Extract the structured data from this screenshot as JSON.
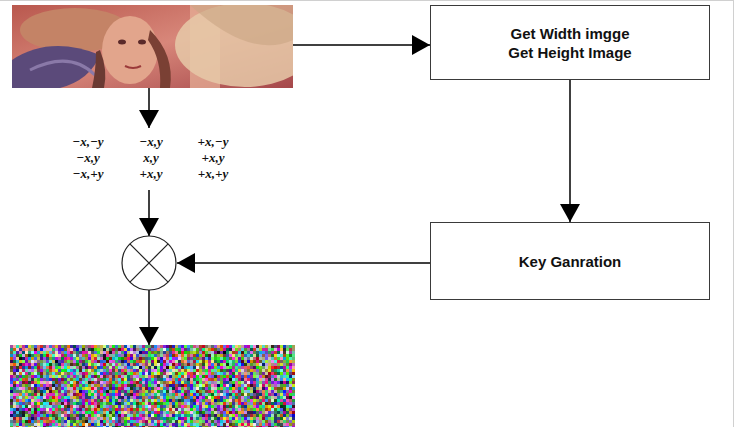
{
  "diagram": {
    "nodes": [
      {
        "text": [
          "Get Width imgge",
          "Get Height Image"
        ]
      },
      {
        "text": [
          "Key Ganration"
        ]
      }
    ],
    "edges": [
      {
        "from": 0,
        "to": 1,
        "arrow": "to"
      }
    ],
    "labels": [
      "−x,−y",
      "−x,y",
      "+x,−y",
      "−x,y",
      "x,y",
      "+x,y",
      "−x,+y",
      "+x,y",
      "+x,+y"
    ]
  }
}
